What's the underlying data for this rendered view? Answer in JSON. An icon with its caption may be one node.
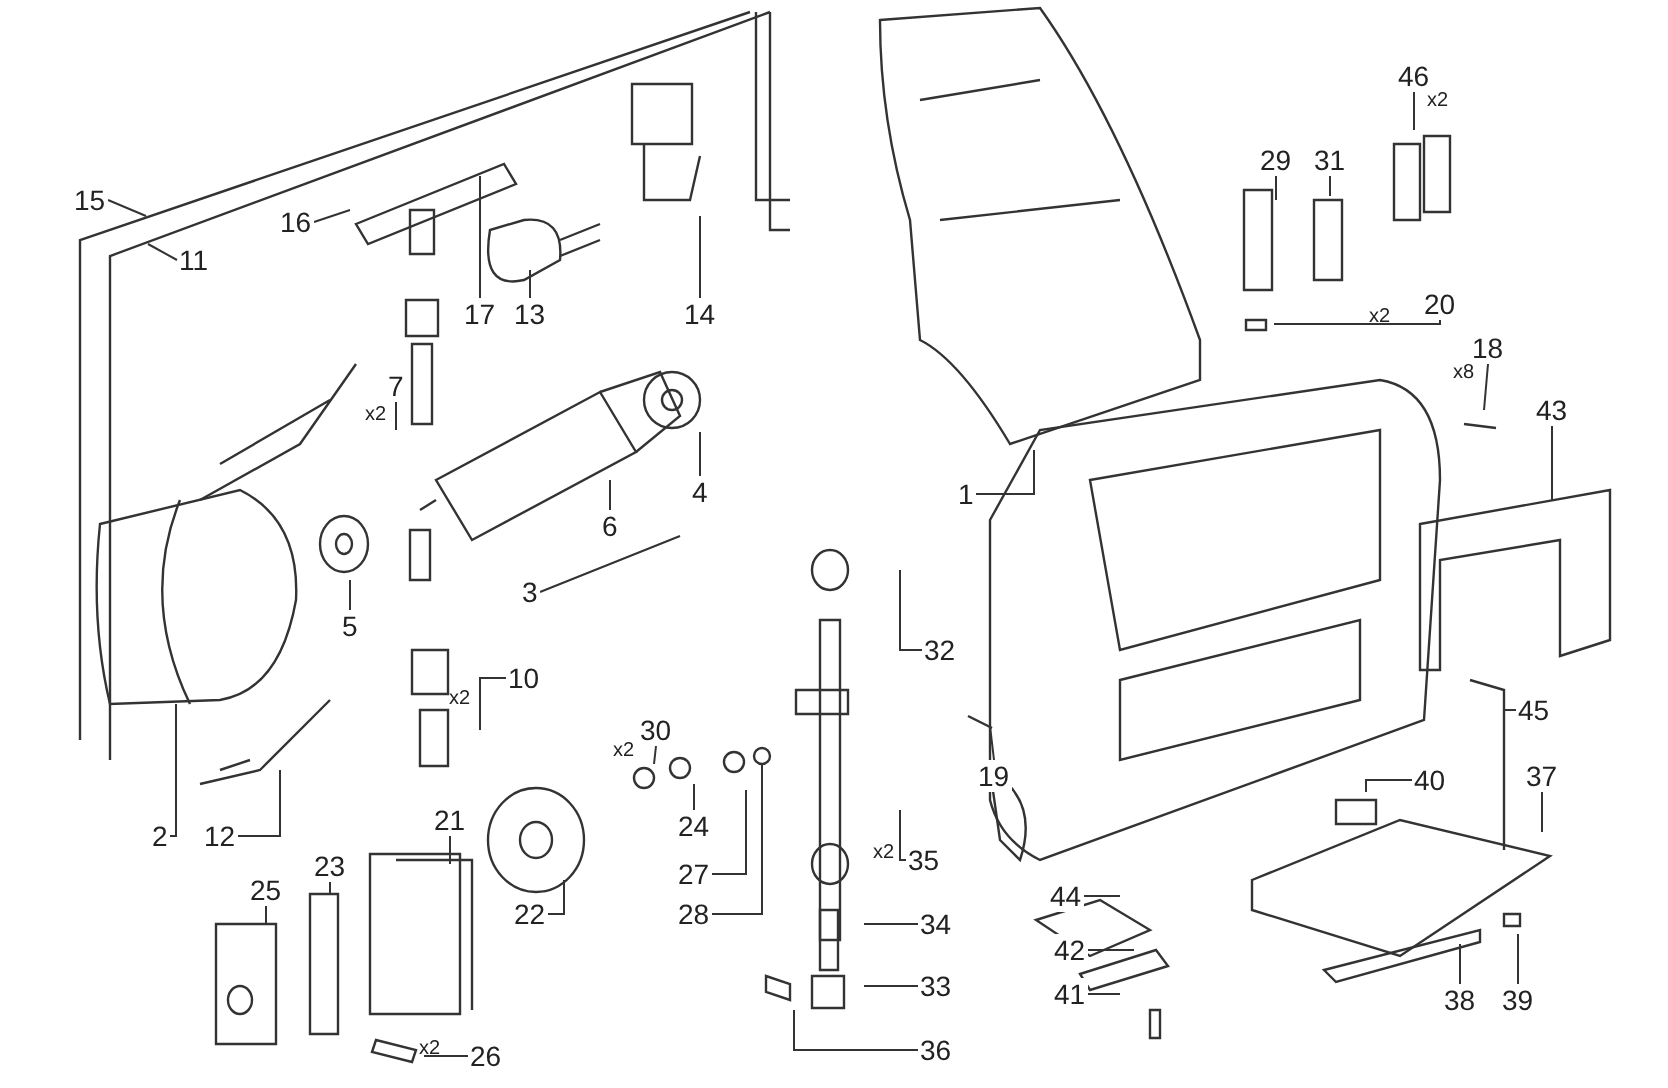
{
  "diagram": {
    "nodes": [
      {
        "text": [
          "46"
        ],
        "beside": [
          "x2"
        ]
      },
      {
        "text": [
          "29"
        ]
      },
      {
        "text": [
          "31"
        ]
      },
      {
        "text": [
          "15"
        ]
      },
      {
        "text": [
          "16"
        ]
      },
      {
        "text": [
          "11"
        ]
      },
      {
        "text": [
          "20"
        ],
        "beside": [
          "x2"
        ]
      },
      {
        "text": [
          "17"
        ]
      },
      {
        "text": [
          "13"
        ]
      },
      {
        "text": [
          "14"
        ]
      },
      {
        "text": [
          "18"
        ],
        "beside": [
          "x8"
        ]
      },
      {
        "text": [
          "7"
        ],
        "beside": [
          "x2"
        ]
      },
      {
        "text": [
          "43"
        ]
      },
      {
        "text": [
          "4"
        ]
      },
      {
        "text": [
          "1"
        ]
      },
      {
        "text": [
          "6"
        ]
      },
      {
        "text": [
          "3"
        ]
      },
      {
        "text": [
          "5"
        ]
      },
      {
        "text": [
          "32"
        ]
      },
      {
        "text": [
          "10"
        ],
        "beside": [
          "x2"
        ]
      },
      {
        "text": [
          "45"
        ]
      },
      {
        "text": [
          "30"
        ],
        "beside": [
          "x2"
        ]
      },
      {
        "text": [
          "19"
        ]
      },
      {
        "text": [
          "37"
        ]
      },
      {
        "text": [
          "40"
        ]
      },
      {
        "text": [
          "21"
        ]
      },
      {
        "text": [
          "24"
        ]
      },
      {
        "text": [
          "2"
        ]
      },
      {
        "text": [
          "12"
        ]
      },
      {
        "text": [
          "35"
        ],
        "beside": [
          "x2"
        ]
      },
      {
        "text": [
          "23"
        ]
      },
      {
        "text": [
          "27"
        ]
      },
      {
        "text": [
          "25"
        ]
      },
      {
        "text": [
          "44"
        ]
      },
      {
        "text": [
          "22"
        ]
      },
      {
        "text": [
          "28"
        ]
      },
      {
        "text": [
          "34"
        ]
      },
      {
        "text": [
          "42"
        ]
      },
      {
        "text": [
          "33"
        ]
      },
      {
        "text": [
          "41"
        ]
      },
      {
        "text": [
          "38"
        ]
      },
      {
        "text": [
          "39"
        ]
      },
      {
        "text": [
          "26"
        ],
        "beside": [
          "x2"
        ]
      },
      {
        "text": [
          "36"
        ]
      }
    ],
    "edges": [
      {
        "from": 0,
        "to": null,
        "arrow": "none"
      },
      {
        "from": 1,
        "to": null,
        "arrow": "none"
      },
      {
        "from": 2,
        "to": null,
        "arrow": "none"
      },
      {
        "from": 3,
        "to": null,
        "arrow": "none"
      },
      {
        "from": 4,
        "to": null,
        "arrow": "none"
      },
      {
        "from": 5,
        "to": null,
        "arrow": "none"
      },
      {
        "from": 6,
        "to": null,
        "arrow": "none"
      },
      {
        "from": 7,
        "to": null,
        "arrow": "none"
      },
      {
        "from": 8,
        "to": null,
        "arrow": "none"
      },
      {
        "from": 9,
        "to": null,
        "arrow": "none"
      },
      {
        "from": 10,
        "to": null,
        "arrow": "none"
      },
      {
        "from": 11,
        "to": null,
        "arrow": "none"
      },
      {
        "from": 12,
        "to": null,
        "arrow": "none"
      },
      {
        "from": 13,
        "to": null,
        "arrow": "none"
      },
      {
        "from": 14,
        "to": null,
        "arrow": "none"
      },
      {
        "from": 15,
        "to": null,
        "arrow": "none"
      },
      {
        "from": 16,
        "to": null,
        "arrow": "none"
      },
      {
        "from": 17,
        "to": null,
        "arrow": "none"
      },
      {
        "from": 18,
        "to": null,
        "arrow": "none"
      },
      {
        "from": 19,
        "to": null,
        "arrow": "none"
      },
      {
        "from": 20,
        "to": null,
        "arrow": "none"
      },
      {
        "from": 21,
        "to": null,
        "arrow": "none"
      },
      {
        "from": 22,
        "to": null,
        "arrow": "none"
      },
      {
        "from": 23,
        "to": null,
        "arrow": "none"
      },
      {
        "from": 24,
        "to": null,
        "arrow": "none"
      },
      {
        "from": 25,
        "to": null,
        "arrow": "none"
      },
      {
        "from": 26,
        "to": null,
        "arrow": "none"
      },
      {
        "from": 27,
        "to": null,
        "arrow": "none"
      },
      {
        "from": 28,
        "to": null,
        "arrow": "none"
      },
      {
        "from": 29,
        "to": null,
        "arrow": "none"
      },
      {
        "from": 30,
        "to": null,
        "arrow": "none"
      },
      {
        "from": 31,
        "to": null,
        "arrow": "none"
      },
      {
        "from": 32,
        "to": null,
        "arrow": "none"
      },
      {
        "from": 33,
        "to": null,
        "arrow": "none"
      },
      {
        "from": 34,
        "to": null,
        "arrow": "none"
      },
      {
        "from": 35,
        "to": null,
        "arrow": "none"
      },
      {
        "from": 36,
        "to": null,
        "arrow": "none"
      },
      {
        "from": 37,
        "to": null,
        "arrow": "none"
      },
      {
        "from": 38,
        "to": null,
        "arrow": "none"
      },
      {
        "from": 39,
        "to": null,
        "arrow": "none"
      },
      {
        "from": 40,
        "to": null,
        "arrow": "none"
      },
      {
        "from": 41,
        "to": null,
        "arrow": "none"
      },
      {
        "from": 42,
        "to": null,
        "arrow": "none"
      },
      {
        "from": 43,
        "to": null,
        "arrow": "none"
      }
    ]
  }
}
